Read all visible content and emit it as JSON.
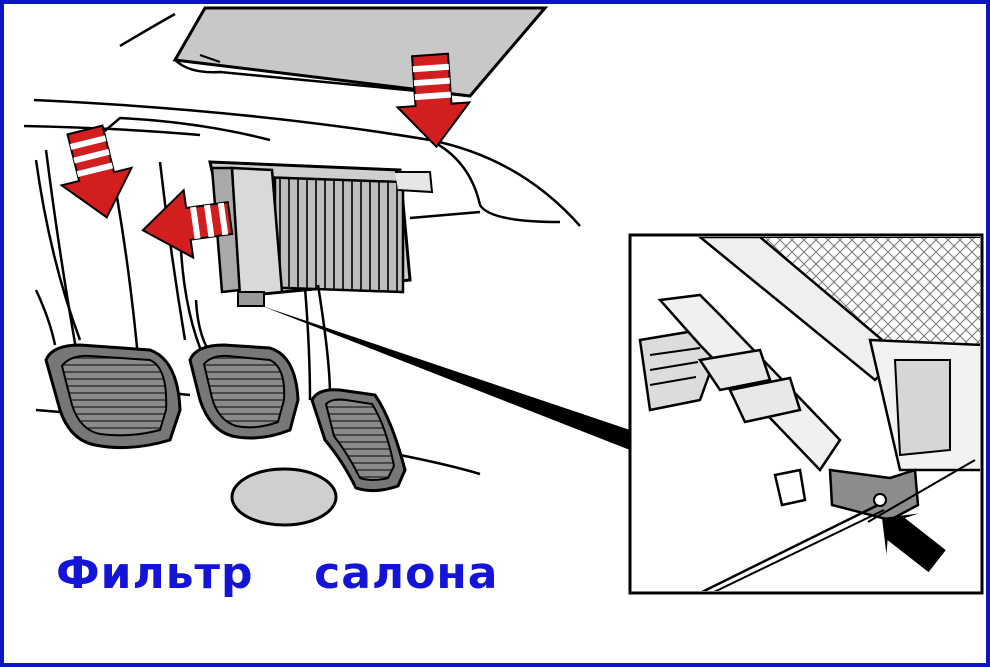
{
  "caption": {
    "text": "Фильтр  салона"
  },
  "colors": {
    "frame": "#0a14c8",
    "caption": "#1414d8",
    "arrow": "#d21e1e",
    "arrow_stripe": "#ffffff",
    "line": "#000000",
    "filter": "#b8b8b8",
    "pedal": "#7a7a7a",
    "clip": "#8c8c8c"
  },
  "icons": {
    "release_arrows": "down-arrow-striped",
    "detail_arrow": "black-arrow"
  }
}
